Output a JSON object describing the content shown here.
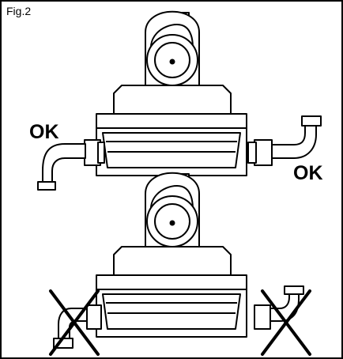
{
  "figure": {
    "label": "Fig.2",
    "top_scene": {
      "left_marker": "OK",
      "right_marker": "OK"
    },
    "bottom_scene": {
      "left_marker": "cross-mark-icon",
      "right_marker": "cross-mark-icon"
    }
  },
  "colors": {
    "line": "#000000",
    "background": "#ffffff"
  }
}
